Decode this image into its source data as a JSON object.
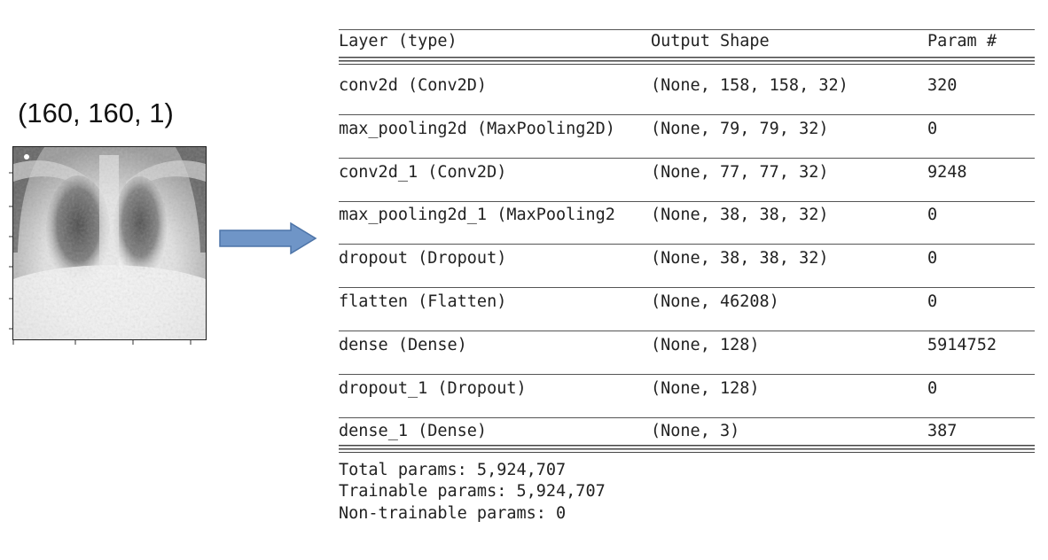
{
  "input": {
    "shape_label": "(160, 160, 1)"
  },
  "summary": {
    "headers": {
      "layer": "Layer (type)",
      "output_shape": "Output Shape",
      "params": "Param #"
    },
    "rows": [
      {
        "layer": "conv2d (Conv2D)",
        "output_shape": "(None, 158, 158, 32)",
        "params": "320"
      },
      {
        "layer": "max_pooling2d (MaxPooling2D)",
        "output_shape": "(None, 79, 79, 32)",
        "params": "0"
      },
      {
        "layer": "conv2d_1 (Conv2D)",
        "output_shape": "(None, 77, 77, 32)",
        "params": "9248"
      },
      {
        "layer": "max_pooling2d_1 (MaxPooling2",
        "output_shape": "(None, 38, 38, 32)",
        "params": "0"
      },
      {
        "layer": "dropout (Dropout)",
        "output_shape": "(None, 38, 38, 32)",
        "params": "0"
      },
      {
        "layer": "flatten (Flatten)",
        "output_shape": "(None, 46208)",
        "params": "0"
      },
      {
        "layer": "dense (Dense)",
        "output_shape": "(None, 128)",
        "params": "5914752"
      },
      {
        "layer": "dropout_1 (Dropout)",
        "output_shape": "(None, 128)",
        "params": "0"
      },
      {
        "layer": "dense_1 (Dense)",
        "output_shape": "(None, 3)",
        "params": "387"
      }
    ],
    "totals": {
      "total": "Total params: 5,924,707",
      "trainable": "Trainable params: 5,924,707",
      "non_trainable": "Non-trainable params: 0"
    }
  },
  "colors": {
    "arrow_fill": "#6f95c7",
    "arrow_stroke": "#4d74a8"
  }
}
